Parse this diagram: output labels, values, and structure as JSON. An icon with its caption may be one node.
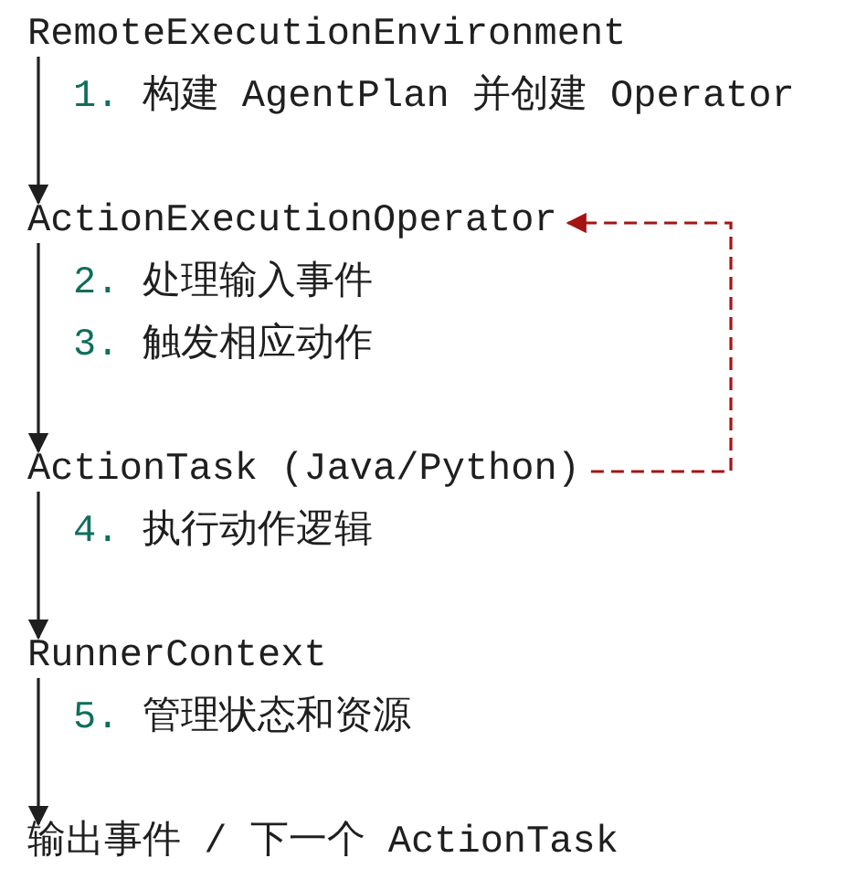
{
  "diagram": {
    "nodes": [
      {
        "text": [
          "RemoteExecutionEnvironment"
        ]
      },
      {
        "text": [
          "ActionExecutionOperator"
        ]
      },
      {
        "text": [
          "ActionTask (Java/Python)"
        ]
      },
      {
        "text": [
          "RunnerContext"
        ]
      },
      {
        "text": [
          "输出事件 / 下一个 ActionTask"
        ]
      }
    ],
    "edges": [
      {
        "from": 0,
        "to": 1,
        "arrow": "to",
        "label": "1. 构建 AgentPlan 并创建 Operator"
      },
      {
        "from": 1,
        "to": 2,
        "arrow": "to",
        "label": "2. 处理输入事件"
      },
      {
        "from": 2,
        "to": 3,
        "arrow": "to",
        "label": "4. 执行动作逻辑"
      },
      {
        "from": 3,
        "to": 4,
        "arrow": "to",
        "label": "5. 管理状态和资源"
      },
      {
        "from": 2,
        "to": 1,
        "arrow": "to",
        "style": "dashed",
        "color": "#a31515"
      }
    ],
    "labels": [
      "3. 触发相应动作"
    ]
  }
}
